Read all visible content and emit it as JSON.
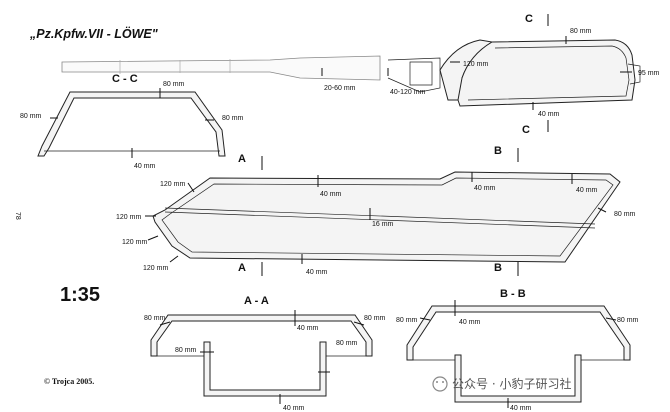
{
  "title": "„Pz.Kpfw.VII - LÖWE\"",
  "scale": "1:35",
  "copyright": "© Trojca 2005.",
  "page_number": "78",
  "watermark": "公众号 · 小豹子研习社",
  "sections": {
    "cc": "C - C",
    "aa": "A - A",
    "bb": "B - B",
    "a": "A",
    "b": "B",
    "c": "C"
  },
  "turret_dims": {
    "d1": "80 mm",
    "d2": "120 mm",
    "d3": "95 mm",
    "d4": "40 mm",
    "d5": "20-60 mm",
    "d6": "40-120 mm"
  },
  "cc_dims": {
    "top": "80 mm",
    "left": "80 mm",
    "right": "80 mm",
    "bottom": "40 mm"
  },
  "hull_dims": {
    "front_upper": "120 mm",
    "nose_top": "120 mm",
    "nose_mid": "120 mm",
    "front_lower": "120 mm",
    "top1": "40 mm",
    "top2": "40 mm",
    "top3": "40 mm",
    "floor": "16 mm",
    "rear": "80 mm",
    "bottom": "40 mm"
  },
  "aa_dims": {
    "left": "80 mm",
    "right": "80 mm",
    "top": "40 mm",
    "inner_left": "80 mm",
    "inner_right": "80 mm",
    "bottom": "40 mm"
  },
  "bb_dims": {
    "left": "80 mm",
    "right": "80 mm",
    "top": "40 mm",
    "bottom": "40 mm"
  }
}
